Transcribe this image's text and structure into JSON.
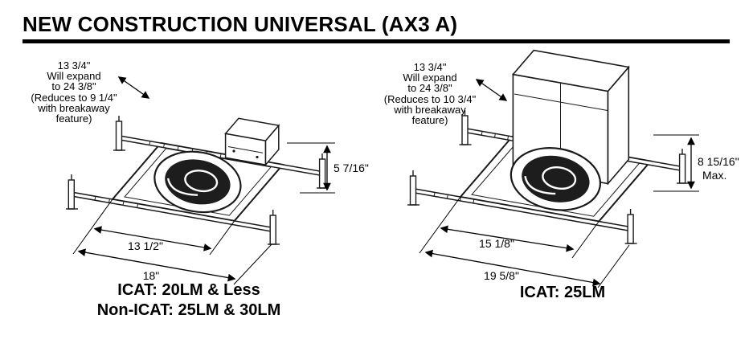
{
  "title": "NEW CONSTRUCTION UNIVERSAL (AX3 A)",
  "colors": {
    "ink": "#000000",
    "paper": "#ffffff"
  },
  "figures": {
    "left": {
      "annotation_lines": [
        "13 3/4\"",
        "Will expand",
        "to 24 3/8\"",
        "(Reduces to 9 1/4\"",
        "with breakaway",
        "feature)"
      ],
      "height_dim": "5 7/16\"",
      "inner_width_dim": "13 1/2\"",
      "outer_width_dim": "18\"",
      "caption_lines": [
        "ICAT: 20LM & Less",
        "Non-ICAT: 25LM & 30LM"
      ]
    },
    "right": {
      "annotation_lines": [
        "13 3/4\"",
        "Will expand",
        "to 24 3/8\"",
        "(Reduces to 10 3/4\"",
        "with breakaway",
        "feature)"
      ],
      "height_dim": "8 15/16\"",
      "height_dim_note": "Max.",
      "inner_width_dim": "15 1/8\"",
      "outer_width_dim": "19 5/8\"",
      "caption_lines": [
        "ICAT: 25LM"
      ]
    }
  }
}
